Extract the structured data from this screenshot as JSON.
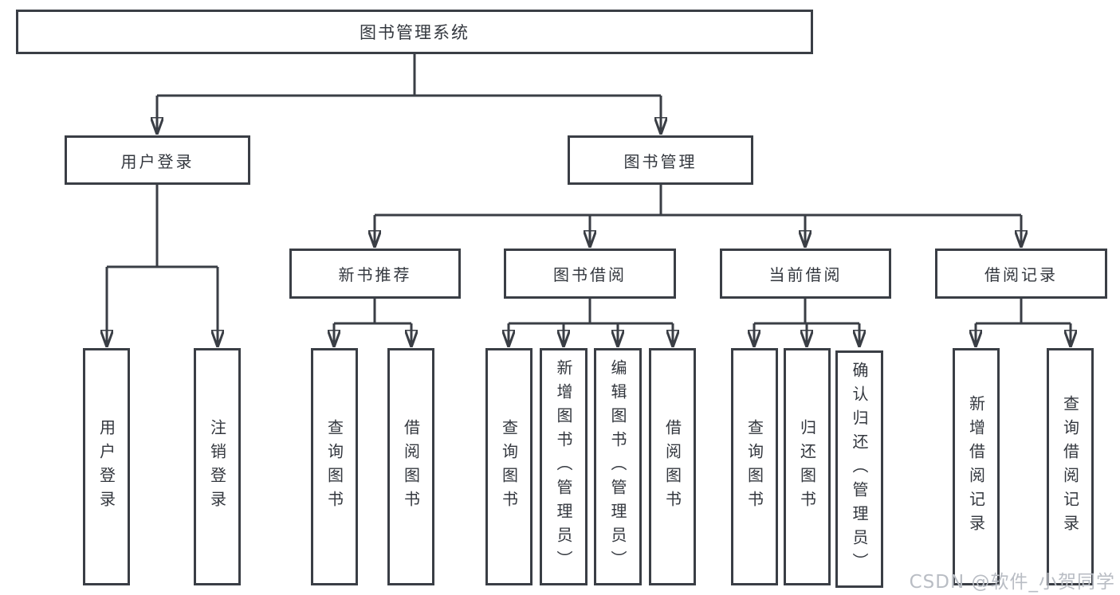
{
  "watermark": "CSDN @软件_小贺同学",
  "colors": {
    "line": "#3a3e45",
    "box_border": "#3a3e45",
    "text": "#33373e",
    "watermark": "#b9bdc4",
    "background": "#ffffff"
  },
  "chart_data": {
    "type": "tree-diagram",
    "title": "图书管理系统"
  },
  "tree": {
    "label": "图书管理系统",
    "children": [
      {
        "label": "用户登录",
        "children": [
          {
            "label": "用户登录"
          },
          {
            "label": "注销登录"
          }
        ]
      },
      {
        "label": "图书管理",
        "children": [
          {
            "label": "新书推荐",
            "children": [
              {
                "label": "查询图书"
              },
              {
                "label": "借阅图书"
              }
            ]
          },
          {
            "label": "图书借阅",
            "children": [
              {
                "label": "查询图书"
              },
              {
                "label": "新增图书（管理员）"
              },
              {
                "label": "编辑图书（管理员）"
              },
              {
                "label": "借阅图书"
              }
            ]
          },
          {
            "label": "当前借阅",
            "children": [
              {
                "label": "查询图书"
              },
              {
                "label": "归还图书"
              },
              {
                "label": "确认归还（管理员）"
              }
            ]
          },
          {
            "label": "借阅记录",
            "children": [
              {
                "label": "新增借阅记录"
              },
              {
                "label": "查询借阅记录"
              }
            ]
          }
        ]
      }
    ]
  }
}
